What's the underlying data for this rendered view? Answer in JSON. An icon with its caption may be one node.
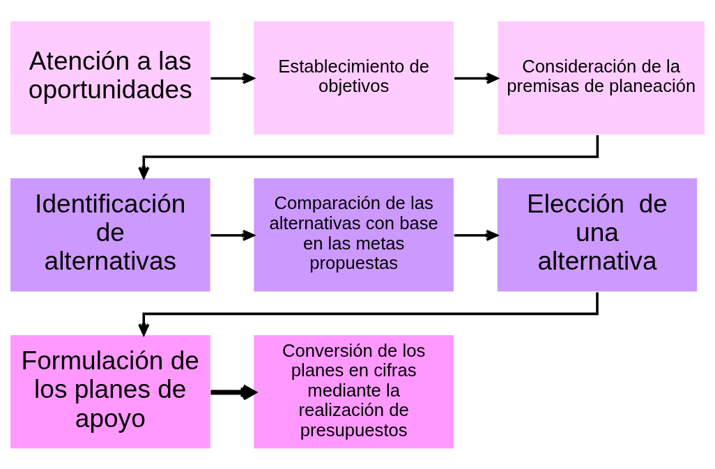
{
  "diagram": {
    "nodes": [
      {
        "text": [
          "Atención a las oportunidades"
        ]
      },
      {
        "text": [
          "Establecimiento de objetivos"
        ]
      },
      {
        "text": [
          "Consideración de la premisas de planeación"
        ]
      },
      {
        "text": [
          "Identificación de alternativas"
        ]
      },
      {
        "text": [
          "Comparación de las alternativas con base en las metas propuestas"
        ]
      },
      {
        "text": [
          "Elección  de una alternativa"
        ]
      },
      {
        "text": [
          "Formulación de los planes de apoyo"
        ]
      },
      {
        "text": [
          "Conversión de los planes en cifras mediante la realización de presupuestos"
        ]
      }
    ],
    "edges": [
      {
        "from": 0,
        "to": 1,
        "arrow": "to"
      },
      {
        "from": 1,
        "to": 2,
        "arrow": "to"
      },
      {
        "from": 2,
        "to": 3,
        "arrow": "to"
      },
      {
        "from": 3,
        "to": 4,
        "arrow": "to"
      },
      {
        "from": 4,
        "to": 5,
        "arrow": "to"
      },
      {
        "from": 5,
        "to": 6,
        "arrow": "to"
      },
      {
        "from": 6,
        "to": 7,
        "arrow": "to",
        "style": "thick"
      }
    ]
  }
}
